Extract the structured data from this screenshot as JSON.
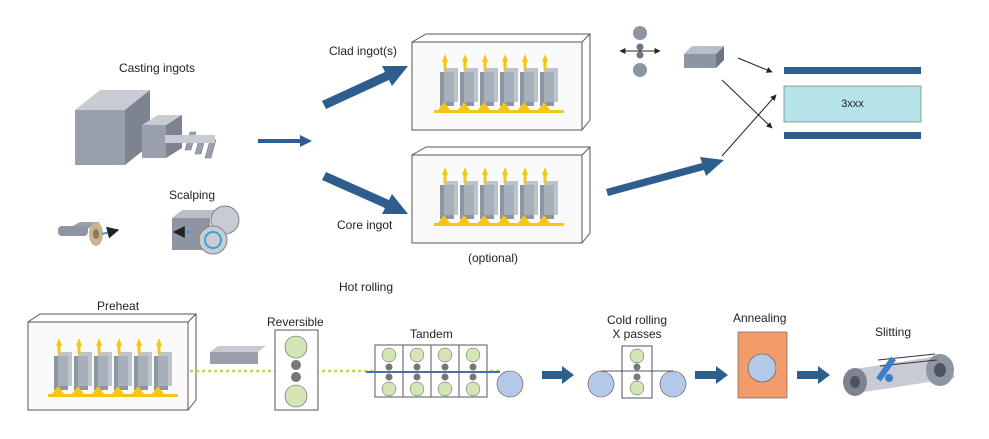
{
  "labels": {
    "casting_ingots": "Casting ingots",
    "scalping": "Scalping",
    "clad_ingots": "Clad ingot(s)",
    "core_ingot": "Core ingot",
    "optional": "(optional)",
    "core_layer": "3xxx",
    "hot_rolling": "Hot rolling",
    "preheat": "Preheat",
    "reversible": "Reversible",
    "tandem": "Tandem",
    "cold_rolling_line1": "Cold rolling",
    "cold_rolling_line2": "X passes",
    "annealing": "Annealing",
    "slitting": "Slitting"
  },
  "colors": {
    "arrow_blue": "#2e5e8e",
    "clad_stripe": "#2e5e8e",
    "core_fill": "#b5e3e8",
    "flame_yellow": "#f5c518",
    "ingot_grey": "#9aa0ab",
    "roll_green": "#d4e6b5",
    "roll_blue": "#b4c9e8",
    "annealing_orange": "#f39c6b",
    "dotted_line": "#c7d64a"
  }
}
